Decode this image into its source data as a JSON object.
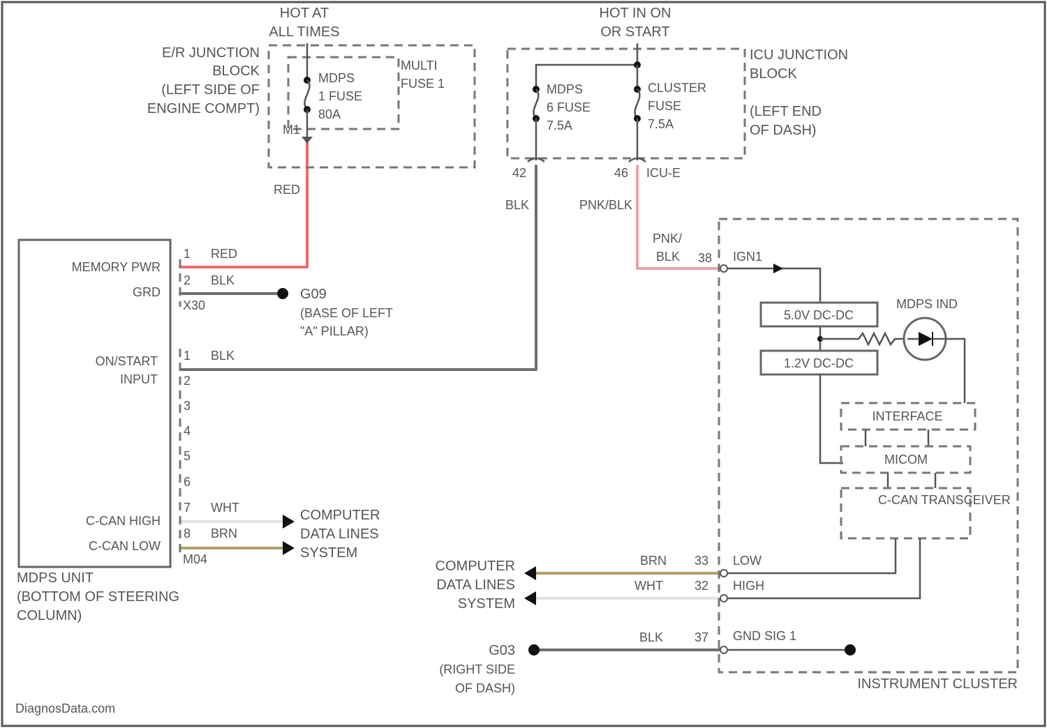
{
  "colors": {
    "red_wire": "#f06a6a",
    "pink_wire": "#e7a3ac",
    "blk_wire": "#6e6e6e",
    "wht_wire": "#e2e2e2",
    "brn_wire": "#b3a068",
    "line": "#555555"
  },
  "supply": {
    "hot_at_all_times": [
      "HOT AT",
      "ALL TIMES"
    ],
    "hot_in_on": [
      "HOT IN ON",
      "OR START"
    ]
  },
  "er_junction": {
    "label": [
      "E/R JUNCTION",
      "BLOCK",
      "(LEFT SIDE OF",
      "ENGINE COMPT)"
    ],
    "multi_fuse": [
      "MULTI",
      "FUSE 1"
    ],
    "mdps_fuse": [
      "MDPS",
      "1 FUSE",
      "80A"
    ],
    "pin": "M1"
  },
  "icu_junction": {
    "label": [
      "ICU JUNCTION",
      "BLOCK",
      "(LEFT END",
      "OF DASH)"
    ],
    "mdps_fuse": [
      "MDPS",
      "6 FUSE",
      "7.5A"
    ],
    "cluster_fuse": [
      "CLUSTER",
      "FUSE",
      "7.5A"
    ],
    "pin_a": "42",
    "pin_b": "46",
    "connector": "ICU-E"
  },
  "wires": {
    "red": "RED",
    "blk": "BLK",
    "pnk_blk": "PNK/BLK",
    "pnk_blk_stacked": [
      "PNK/",
      "BLK"
    ],
    "wht": "WHT",
    "brn": "BRN"
  },
  "mdps_unit": {
    "caption": [
      "MDPS UNIT",
      "(BOTTOM OF STEERING",
      "COLUMN)"
    ],
    "memory_pwr": "MEMORY PWR",
    "grd": "GRD",
    "on_start_input": [
      "ON/START",
      "INPUT"
    ],
    "c_can_high": "C-CAN HIGH",
    "c_can_low": "C-CAN LOW",
    "conn1": "X30",
    "conn2": "M04",
    "pins_top": [
      "1",
      "2"
    ],
    "pins_lower": [
      "1",
      "2",
      "3",
      "4",
      "5",
      "6",
      "7",
      "8"
    ]
  },
  "ground_g09": {
    "name": "G09",
    "location": [
      "(BASE OF LEFT",
      "\"A\" PILLAR)"
    ]
  },
  "computer_data_lines": [
    "COMPUTER",
    "DATA LINES",
    "SYSTEM"
  ],
  "cluster": {
    "caption": "INSTRUMENT CLUSTER",
    "ign1": "IGN1",
    "pin_ign": "38",
    "dc_dc_5v": "5.0V DC-DC",
    "dc_dc_12v": "1.2V DC-DC",
    "mdps_ind": "MDPS IND",
    "interface": "INTERFACE",
    "micom": "MICOM",
    "transceiver": "C-CAN TRANSCEIVER",
    "low": "LOW",
    "high": "HIGH",
    "pin_low": "33",
    "pin_high": "32",
    "pin_grd": "37",
    "grd_sig": "GND SIG 1"
  },
  "ground_g03": {
    "name": "G03",
    "location": [
      "(RIGHT SIDE",
      "OF DASH)"
    ]
  },
  "watermark": "DiagnosData.com"
}
